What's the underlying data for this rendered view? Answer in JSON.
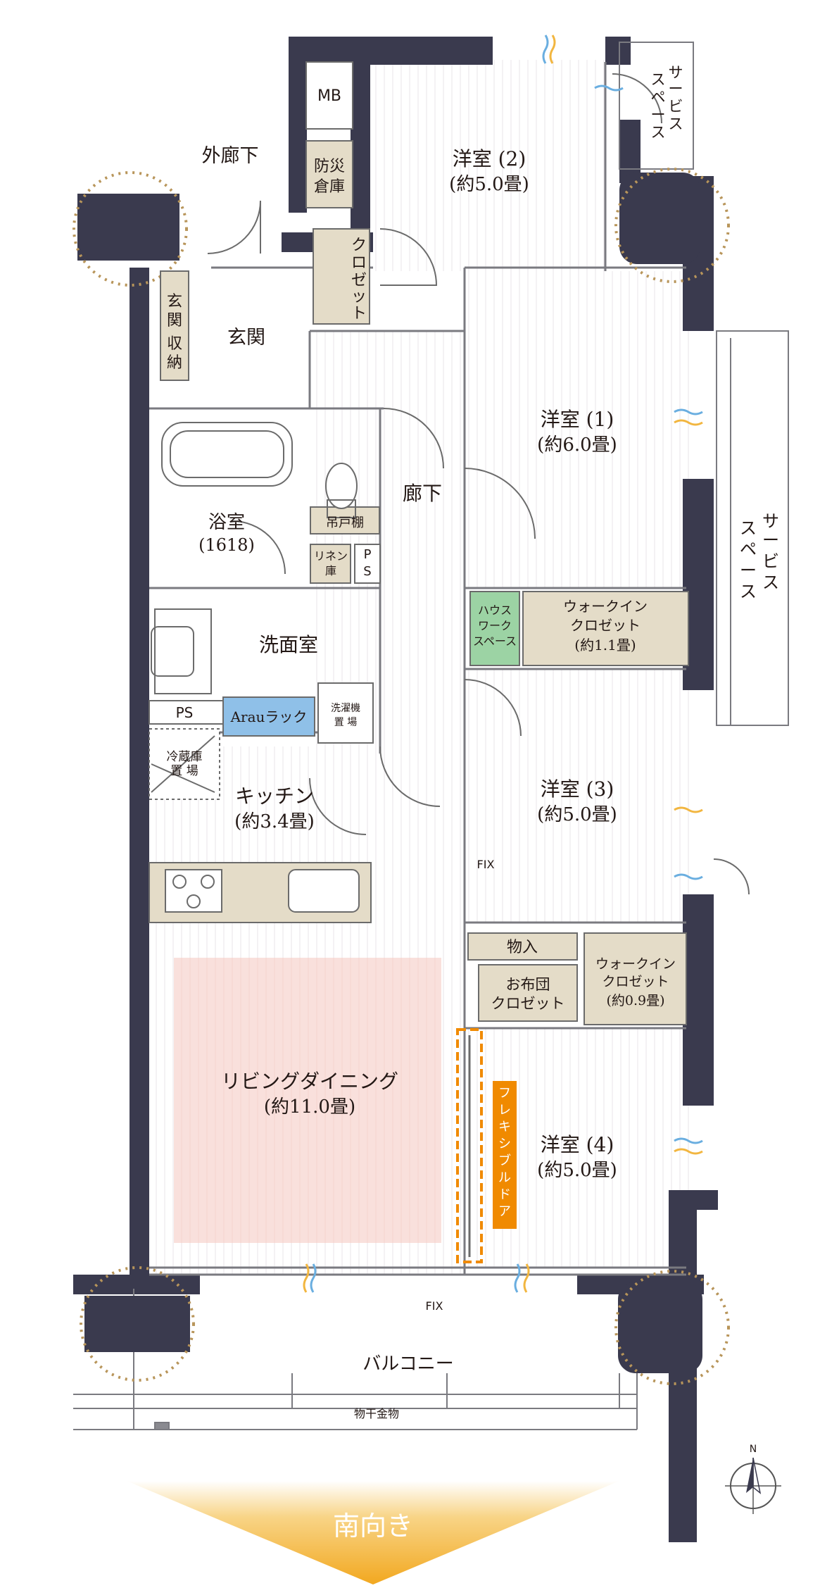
{
  "rooms": {
    "western_2": {
      "name": "洋室 (2)",
      "size": "(約5.0畳)"
    },
    "western_1": {
      "name": "洋室 (1)",
      "size": "(約6.0畳)"
    },
    "western_3": {
      "name": "洋室 (3)",
      "size": "(約5.0畳)"
    },
    "western_4": {
      "name": "洋室 (4)",
      "size": "(約5.0畳)"
    },
    "kitchen": {
      "name": "キッチン",
      "size": "(約3.4畳)"
    },
    "living": {
      "name": "リビングダイニング",
      "size": "(約11.0畳)"
    },
    "bath": {
      "name": "浴室",
      "size": "(1618)"
    },
    "washroom": {
      "name": "洗面室"
    },
    "entrance": {
      "name": "玄関"
    },
    "hallway": {
      "name": "廊下"
    },
    "outer_corridor": {
      "name": "外廊下"
    },
    "balcony": {
      "name": "バルコニー"
    }
  },
  "storage": {
    "mb": "MB",
    "bosai_1": "防災",
    "bosai_2": "倉庫",
    "entrance_storage": [
      "玄",
      "関",
      "収",
      "納"
    ],
    "closet_vertical": [
      "ク",
      "ロ",
      "ゼ",
      "ッ",
      "ト"
    ],
    "hanging_shelf": "吊戸棚",
    "linen_1": "リネン",
    "linen_2": "庫",
    "ps_1": "P",
    "ps_2": "S",
    "ps_h": "PS",
    "house_work_1": "ハウス",
    "house_work_2": "ワーク",
    "house_work_3": "スペース",
    "wic1_1": "ウォークイン",
    "wic1_2": "クロゼット",
    "wic1_3": "(約1.1畳)",
    "arau_rack": "Arauラック",
    "washer_1": "洗濯機",
    "washer_2": "置 場",
    "fridge_1": "冷蔵庫",
    "fridge_2": "置 場",
    "monoire": "物入",
    "futon_1": "お布団",
    "futon_2": "クロゼット",
    "wic2_1": "ウォークイン",
    "wic2_2": "クロゼット",
    "wic2_3": "(約0.9畳)"
  },
  "service_space_top": [
    "サ",
    "ー",
    "ビ",
    "ス",
    "ス",
    "ペ",
    "ー",
    "ス"
  ],
  "service_space_right": [
    "サ",
    "ー",
    "ビ",
    "ス",
    "ス",
    "ペ",
    "ー",
    "ス"
  ],
  "flexible_door": [
    "フ",
    "レ",
    "キ",
    "シ",
    "ブ",
    "ル",
    "ド",
    "ア"
  ],
  "fix_labels": {
    "room3": "FIX",
    "bottom": "FIX"
  },
  "drying_rack": "物干金物",
  "compass_n": "N",
  "orientation": "南向き",
  "colors": {
    "wall": "#3a3a4e",
    "storage": "#e4dcc8",
    "living_area": "#f9e0dc",
    "arau_rack": "#8fc0e8",
    "house_work": "#9cd3a4",
    "accent_orange": "#f08a00",
    "arrow": "#f2b640",
    "pillar_circle": "#b8955a"
  }
}
